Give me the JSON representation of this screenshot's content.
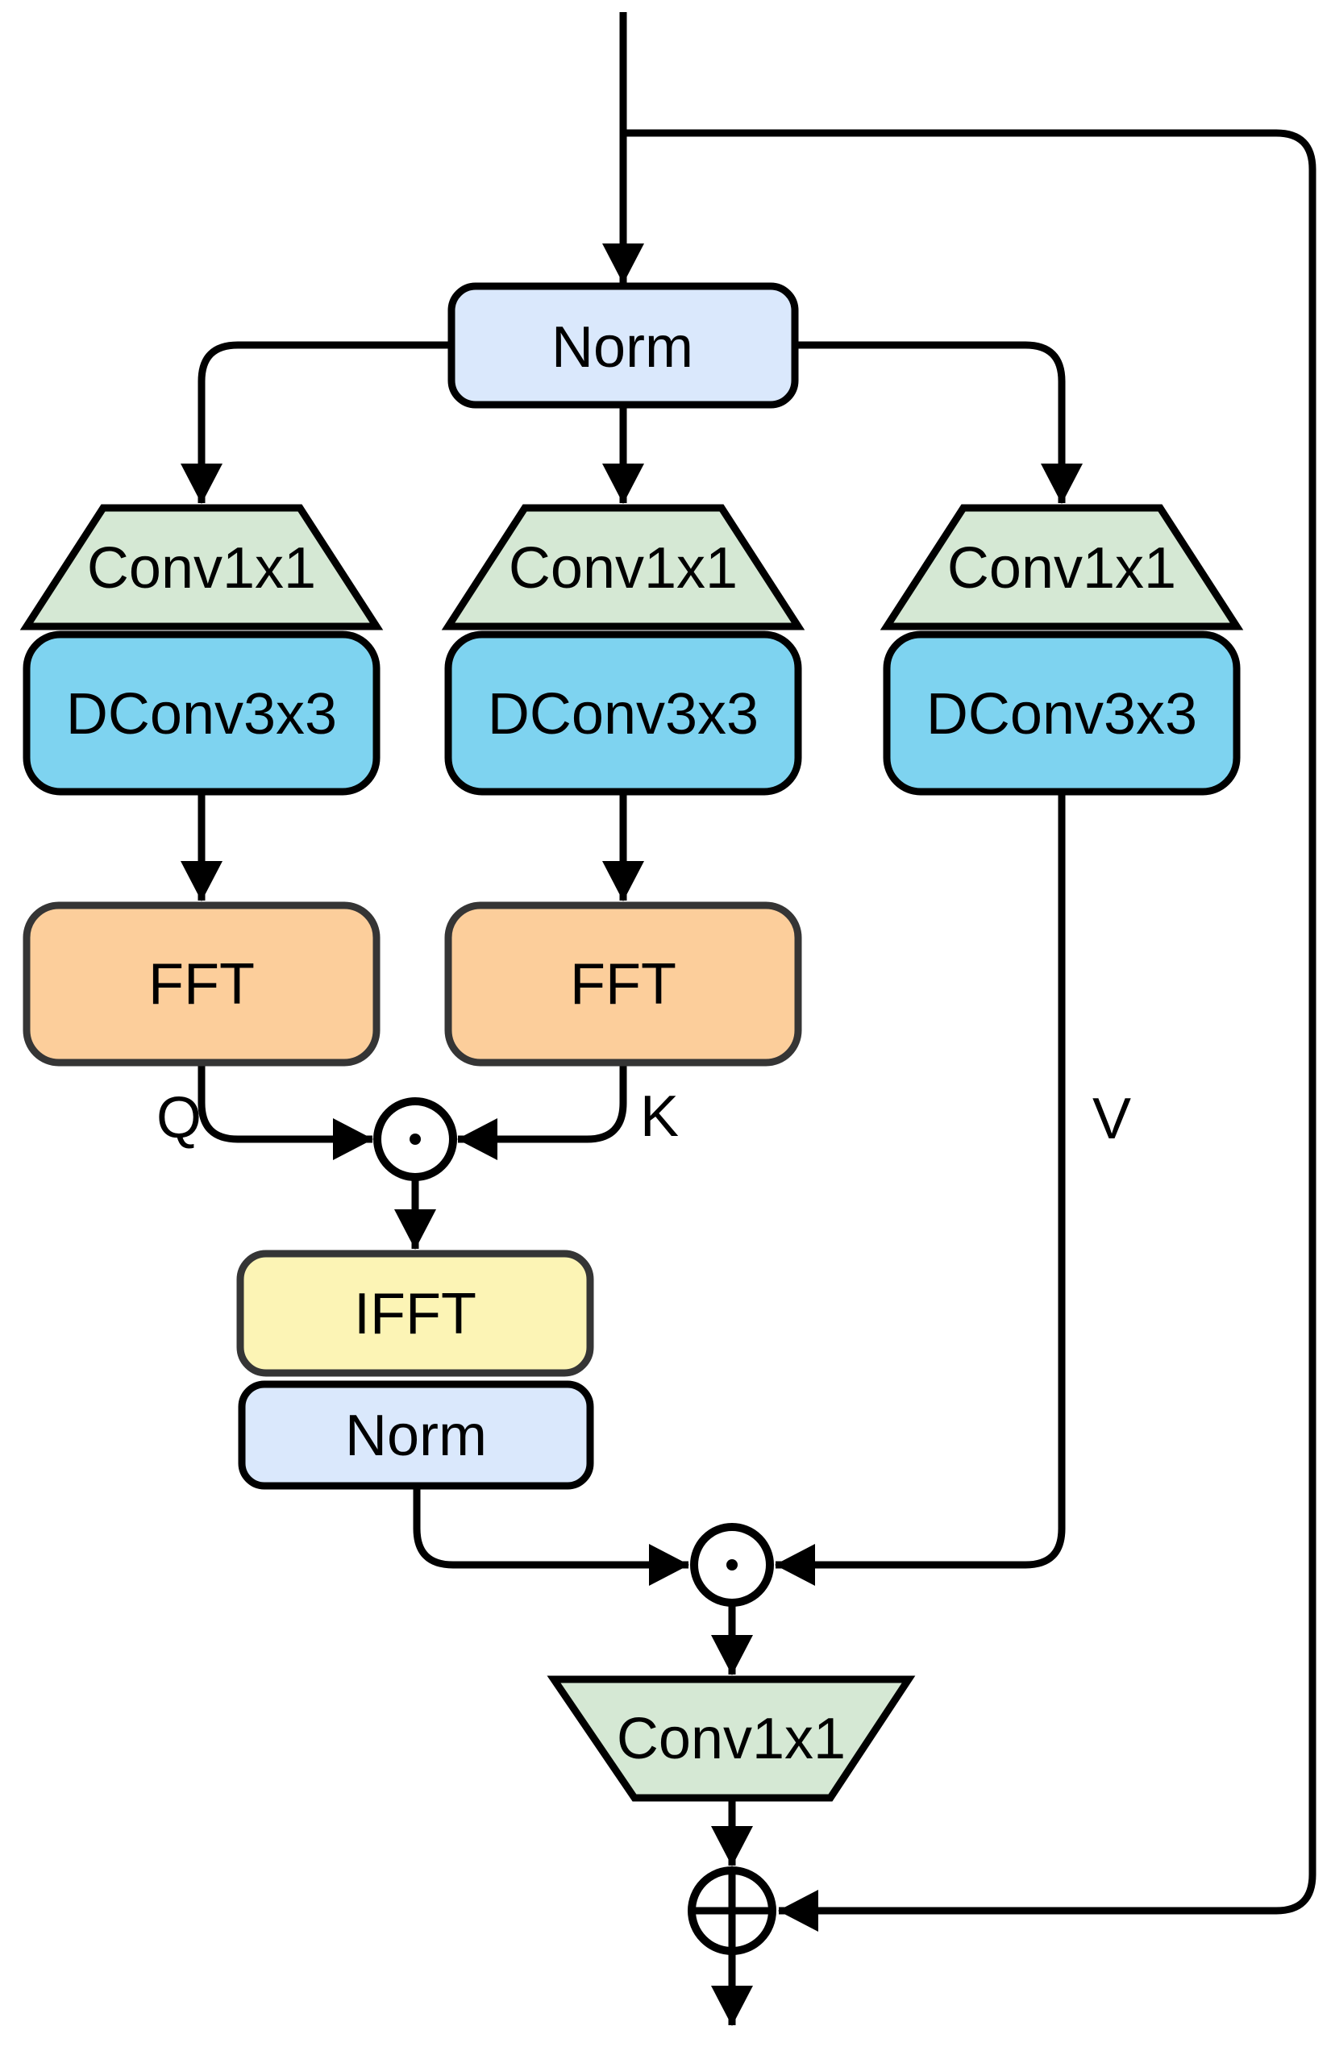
{
  "colors": {
    "norm_fill": "#DAE8FC",
    "conv_fill": "#D5E8D4",
    "dconv_fill": "#7ED3F0",
    "fft_fill": "#FCCE9B",
    "ifft_fill": "#FCF4B5"
  },
  "nodes": {
    "norm1": {
      "label": "Norm"
    },
    "conv_q": {
      "label": "Conv1x1"
    },
    "conv_k": {
      "label": "Conv1x1"
    },
    "conv_v": {
      "label": "Conv1x1"
    },
    "dconv_q": {
      "label": "DConv3x3"
    },
    "dconv_k": {
      "label": "DConv3x3"
    },
    "dconv_v": {
      "label": "DConv3x3"
    },
    "fft_q": {
      "label": "FFT"
    },
    "fft_k": {
      "label": "FFT"
    },
    "ifft": {
      "label": "IFFT"
    },
    "norm2": {
      "label": "Norm"
    },
    "conv_out": {
      "label": "Conv1x1"
    }
  },
  "edge_labels": {
    "q": "Q",
    "k": "K",
    "v": "V"
  },
  "operators": {
    "dot_product_1": "·",
    "dot_product_2": "·",
    "sum": "+"
  }
}
